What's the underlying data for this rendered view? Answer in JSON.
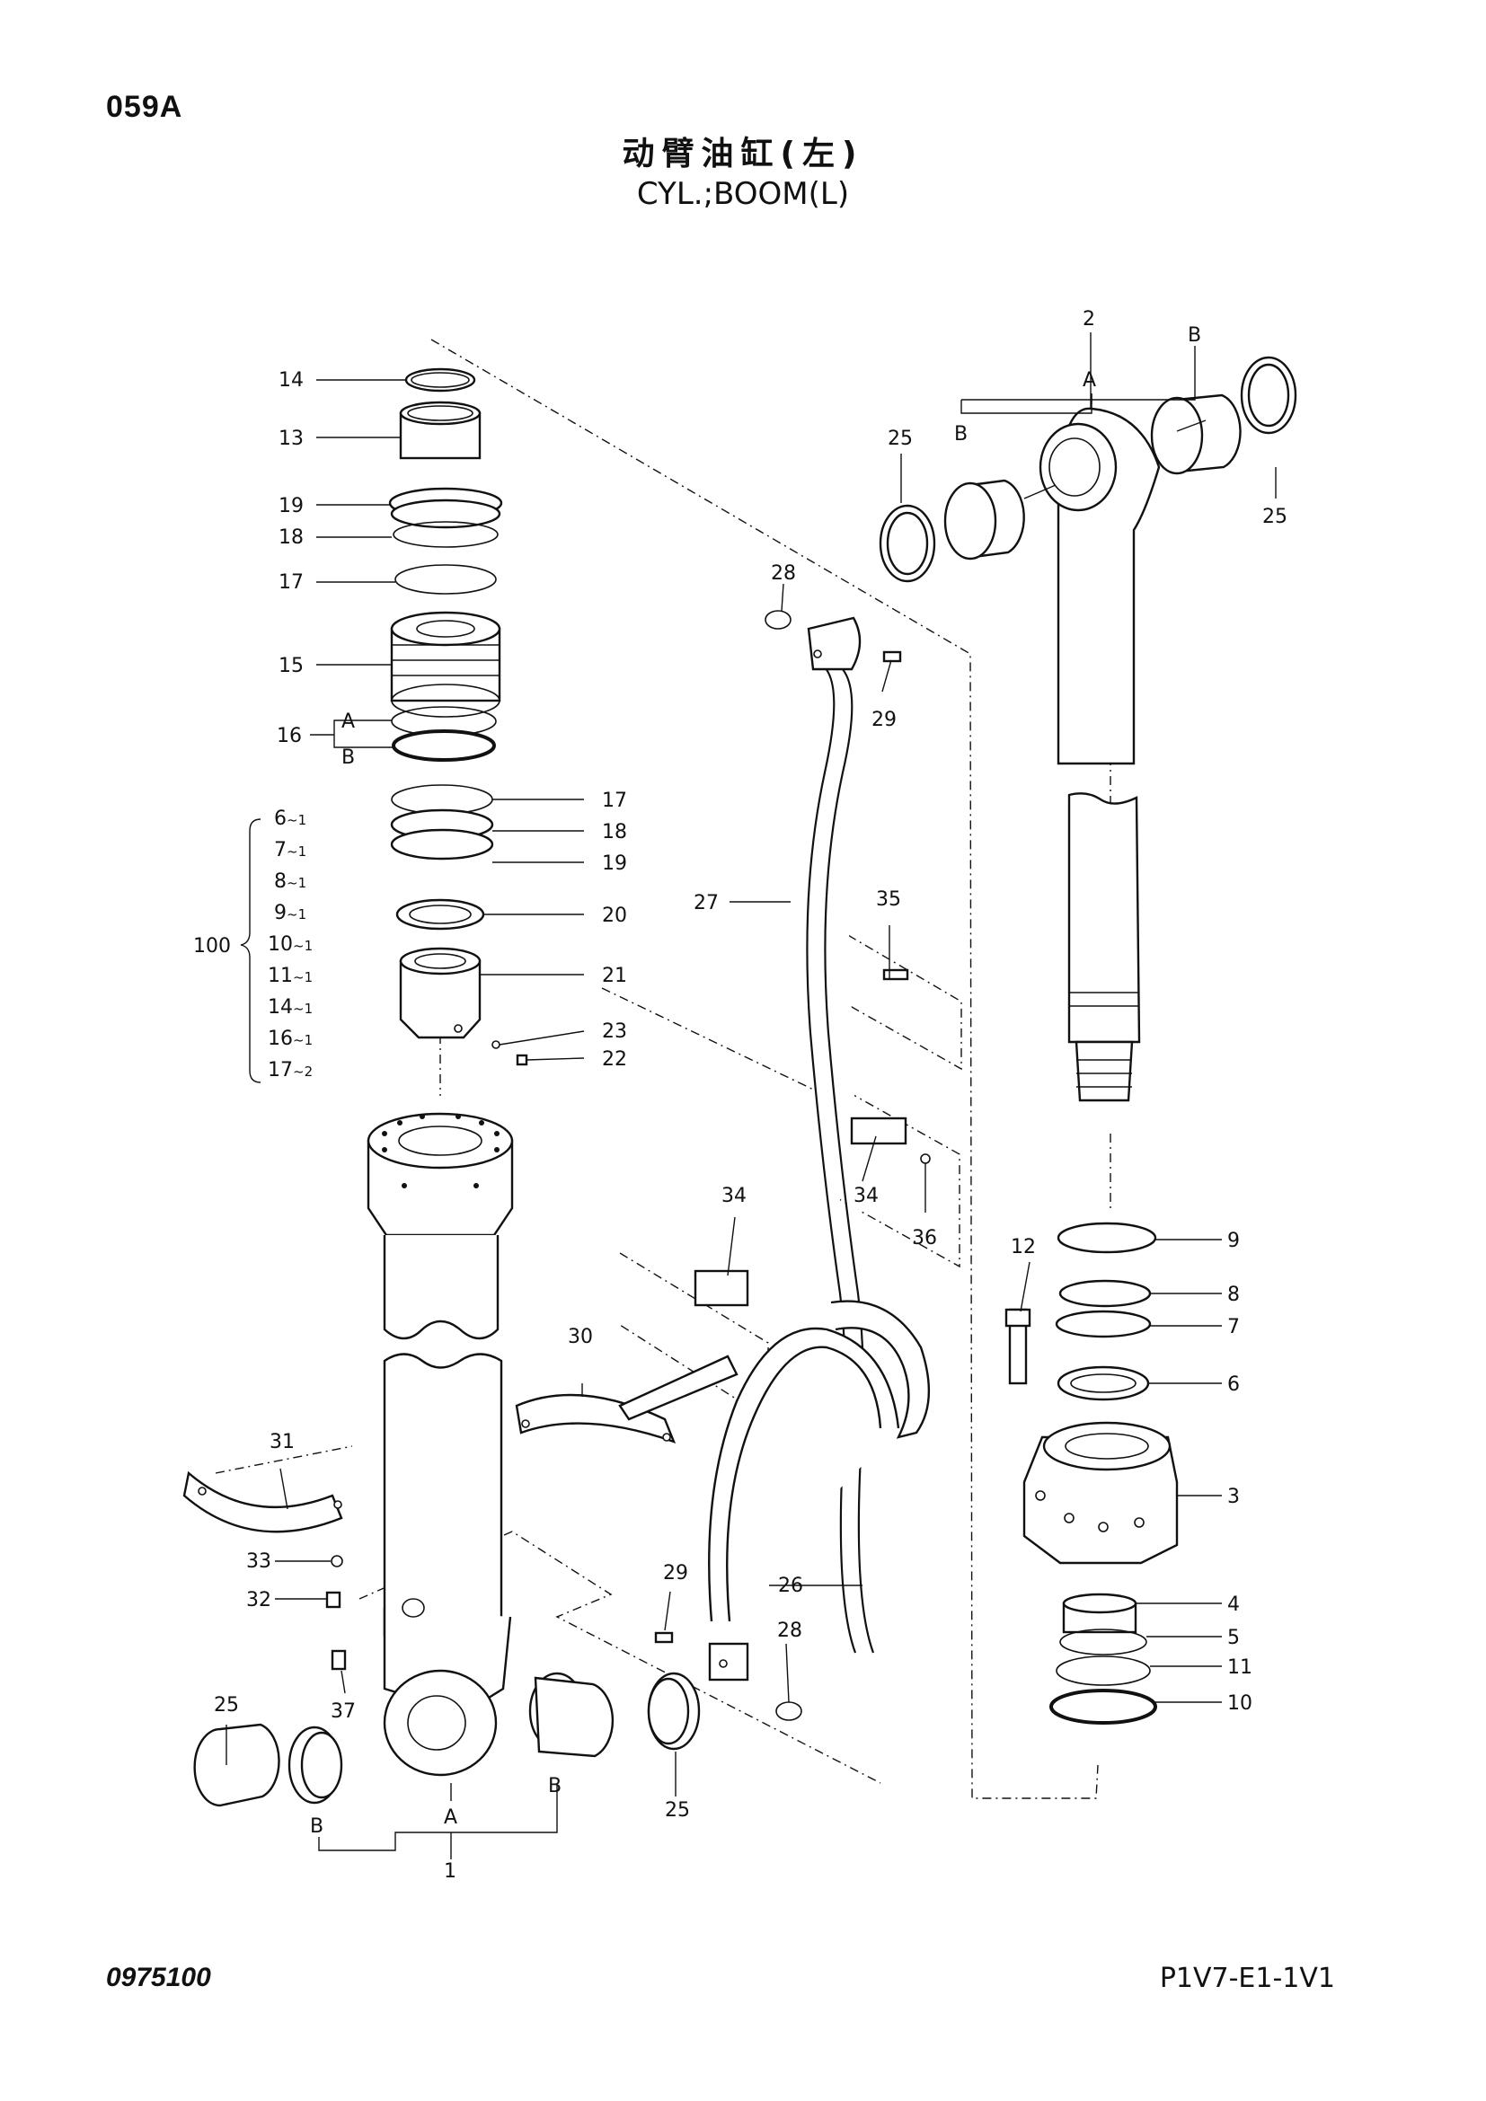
{
  "header": {
    "page_code": "059A",
    "title_cn": "动臂油缸(左)",
    "title_en": "CYL.;BOOM(L)"
  },
  "footer": {
    "doc_number": "0975100",
    "model_code": "P1V7-E1-1V1"
  },
  "callouts": {
    "c14": "14",
    "c13": "13",
    "c19a": "19",
    "c18a": "18",
    "c17a": "17",
    "c15": "15",
    "c16": "16",
    "c16a": "A",
    "c16b": "B",
    "c17b": "17",
    "c18b": "18",
    "c19b": "19",
    "c20": "20",
    "c21": "21",
    "c23": "23",
    "c22": "22",
    "c100": "100",
    "c2": "2",
    "c2a": "A",
    "c2b_right": "B",
    "c2b_left": "B",
    "c25_tl": "25",
    "c25_tr": "25",
    "c28_top": "28",
    "c29_top": "29",
    "c27": "27",
    "c35": "35",
    "c34_right": "34",
    "c36": "36",
    "c34_left": "34",
    "c30": "30",
    "c31": "31",
    "c33": "33",
    "c32": "32",
    "c29_bot": "29",
    "c26": "26",
    "c28_bot": "28",
    "c37": "37",
    "c25_bl": "25",
    "c25_br": "25",
    "c1": "1",
    "c1a": "A",
    "c1b_left": "B",
    "c1b_right": "B",
    "c12": "12",
    "c9": "9",
    "c8": "8",
    "c7": "7",
    "c6": "6",
    "c3": "3",
    "c4": "4",
    "c5": "5",
    "c11": "11",
    "c10": "10"
  },
  "kit_100": [
    {
      "part": "6",
      "qty": "~1"
    },
    {
      "part": "7",
      "qty": "~1"
    },
    {
      "part": "8",
      "qty": "~1"
    },
    {
      "part": "9",
      "qty": "~1"
    },
    {
      "part": "10",
      "qty": "~1"
    },
    {
      "part": "11",
      "qty": "~1"
    },
    {
      "part": "14",
      "qty": "~1"
    },
    {
      "part": "16",
      "qty": "~1"
    },
    {
      "part": "17",
      "qty": "~2"
    }
  ]
}
